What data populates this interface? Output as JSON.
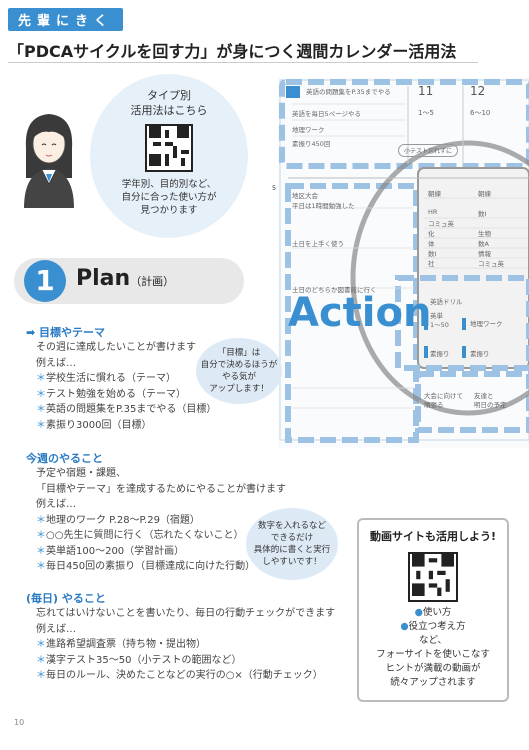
{
  "header": {
    "tag": "先輩にきく",
    "title": "「PDCAサイクルを回す力」が身につく週間カレンダー活用法"
  },
  "intro": {
    "heading_line1": "タイプ別",
    "heading_line2": "活用法はこちら",
    "text_line1": "学年別、目的別など、",
    "text_line2": "自分に合った使い方が",
    "text_line3": "見つかります"
  },
  "plan": {
    "number": "1",
    "label": "Plan",
    "sub": "（計画）"
  },
  "sections": {
    "goals": {
      "heading": "目標やテーマ",
      "desc": "その週に達成したいことが書けます",
      "ex": "例えば…",
      "items": [
        "学校生活に慣れる（テーマ）",
        "テスト勉強を始める（テーマ）",
        "英語の問題集をP.35までやる（目標）",
        "素振り3000回（目標）"
      ]
    },
    "todo": {
      "heading": "今週のやること",
      "desc1": "予定や宿題・課題、",
      "desc2": "「目標やテーマ」を達成するためにやることが書けます",
      "ex": "例えば…",
      "items": [
        "地理のワーク P.28～P.29（宿題）",
        "○○先生に質問に行く（忘れたくないこと）",
        "英単語100～200（学習計画）",
        "毎日450回の素振り（目標達成に向けた行動）"
      ]
    },
    "daily": {
      "heading": "(毎日) やること",
      "desc": "忘れてはいけないことを書いたり、毎日の行動チェックができます",
      "ex": "例えば…",
      "items": [
        "進路希望調査票（持ち物・提出物）",
        "漢字テスト35～50（小テストの範囲など）",
        "毎日のルール、決めたことなどの実行の○×（行動チェック）"
      ]
    }
  },
  "tips": {
    "tip1_l1": "「目標」は",
    "tip1_l2": "自分で決めるほうが",
    "tip1_l3": "やる気が",
    "tip1_l4": "アップします！",
    "tip2_l1": "数字を入れるなど",
    "tip2_l2": "できるだけ",
    "tip2_l3": "具体的に書くと実行",
    "tip2_l4": "しやすいです！"
  },
  "calendar": {
    "action": "Action",
    "week_num": "5",
    "day1": "11",
    "day2": "12",
    "row1": "英語の問題集をP.35までやる",
    "row2": "英語を毎日5ページやる",
    "row3": "地理ワーク",
    "row4": "素振り450回",
    "memo1": "1～5",
    "memo2": "6～10",
    "side1": "地区大会",
    "side2": "平日は1時間勉強した",
    "side3": "土日を上手く使う",
    "side4": "土日のどちらか図書館に行く",
    "s1": "朝練",
    "s2": "HR",
    "s3": "コミュ英",
    "s4": "化",
    "s5": "体",
    "s6": "数I",
    "s7": "社",
    "r1": "朝練",
    "r2": "数I",
    "r3": "生物",
    "r4": "数A",
    "r5": "情報",
    "r6": "コミュ英",
    "n1": "英語ドリル",
    "n2": "英単",
    "n3": "1～50",
    "n4": "素振り",
    "n5": "地理ワーク",
    "n6": "素振り",
    "b1": "大会に向けて",
    "b2": "頑張る",
    "b3": "友達と",
    "b4": "明日の予定",
    "pill": "小テスト忘れずに"
  },
  "video": {
    "heading": "動画サイトも活用しよう!",
    "b1": "使い方",
    "b2": "役立つ考え方",
    "t1": "など、",
    "t2": "フォーサイトを使いこなす",
    "t3": "ヒントが満載の動画が",
    "t4": "続々アップされます"
  },
  "page_number": "10"
}
